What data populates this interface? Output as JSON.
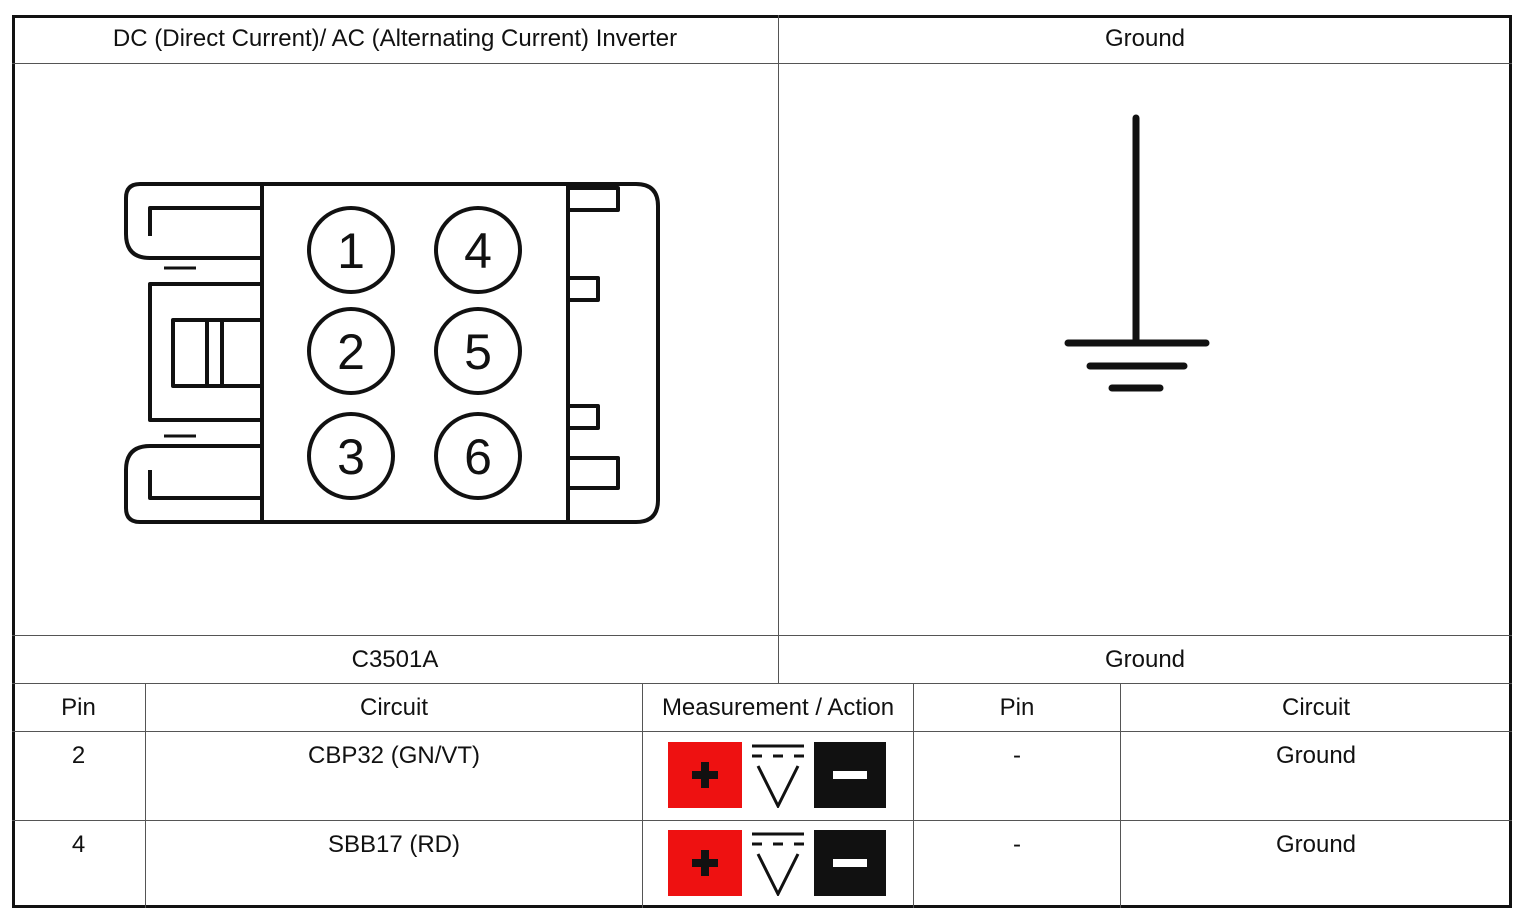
{
  "connector_left": {
    "title": "DC (Direct Current)/ AC (Alternating Current) Inverter",
    "connector_id": "C3501A",
    "pins": [
      "1",
      "4",
      "2",
      "5",
      "3",
      "6"
    ]
  },
  "connector_right": {
    "title": "Ground",
    "connector_id": "Ground"
  },
  "table": {
    "headers": {
      "pin": "Pin",
      "circuit": "Circuit",
      "measurement": "Measurement / Action",
      "pin2": "Pin",
      "circuit2": "Circuit"
    },
    "rows": [
      {
        "pin": "2",
        "circuit": "CBP32 (GN/VT)",
        "measurement_icons": [
          "plus-probe-icon",
          "dc-voltage-icon",
          "minus-probe-icon"
        ],
        "pin2": "-",
        "circuit2": "Ground"
      },
      {
        "pin": "4",
        "circuit": "SBB17 (RD)",
        "measurement_icons": [
          "plus-probe-icon",
          "dc-voltage-icon",
          "minus-probe-icon"
        ],
        "pin2": "-",
        "circuit2": "Ground"
      }
    ]
  },
  "colors": {
    "plus_probe": "#ee1111",
    "minus_probe": "#111111"
  }
}
